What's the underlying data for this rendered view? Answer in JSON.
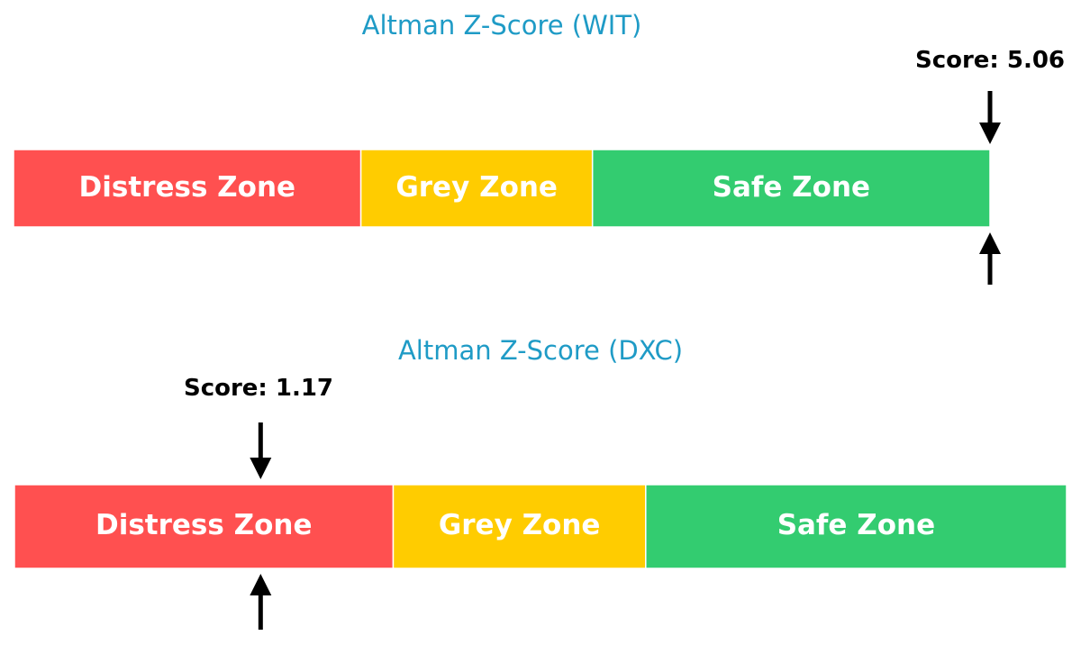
{
  "colors": {
    "title": "#1f9bc6",
    "distress": "#ff5050",
    "grey": "#ffcc00",
    "safe": "#33cc70",
    "arrow": "#000000"
  },
  "chart_data": [
    {
      "type": "bar",
      "title": "Altman Z-Score (WIT)",
      "score": 5.06,
      "score_label": "Score: 5.06",
      "zones": [
        {
          "name": "Distress Zone",
          "from": 0.0,
          "to": 1.8,
          "color": "#ff5050"
        },
        {
          "name": "Grey Zone",
          "from": 1.8,
          "to": 3.0,
          "color": "#ffcc00"
        },
        {
          "name": "Safe Zone",
          "from": 3.0,
          "to": 5.06,
          "color": "#33cc70"
        }
      ]
    },
    {
      "type": "bar",
      "title": "Altman Z-Score (DXC)",
      "score": 1.17,
      "score_label": "Score: 1.17",
      "zones": [
        {
          "name": "Distress Zone",
          "from": 0.0,
          "to": 1.8,
          "color": "#ff5050"
        },
        {
          "name": "Grey Zone",
          "from": 1.8,
          "to": 3.0,
          "color": "#ffcc00"
        },
        {
          "name": "Safe Zone",
          "from": 3.0,
          "to": 5.0,
          "color": "#33cc70"
        }
      ]
    }
  ]
}
